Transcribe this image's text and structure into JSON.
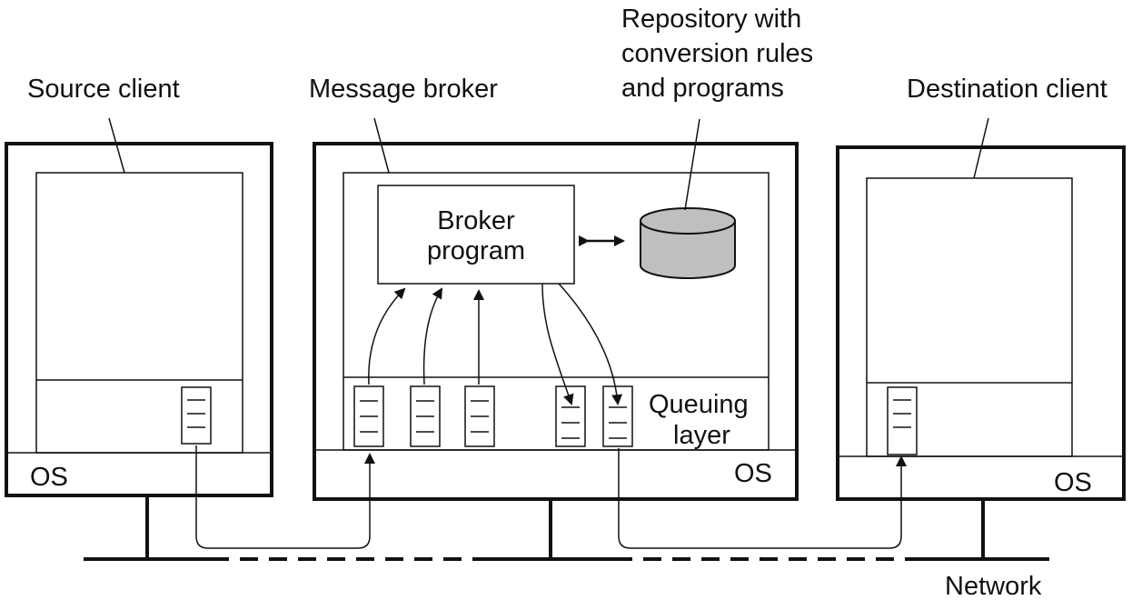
{
  "labels": {
    "source_client": "Source client",
    "message_broker": "Message broker",
    "repository": [
      "Repository with",
      "conversion rules",
      "and programs"
    ],
    "destination_client": "Destination client",
    "broker_program": [
      "Broker",
      "program"
    ],
    "queuing_layer": [
      "Queuing",
      "layer"
    ],
    "os": "OS",
    "network": "Network"
  },
  "colors": {
    "stroke": "#111111",
    "background": "#ffffff",
    "database_fill": "#bfbfbf"
  }
}
